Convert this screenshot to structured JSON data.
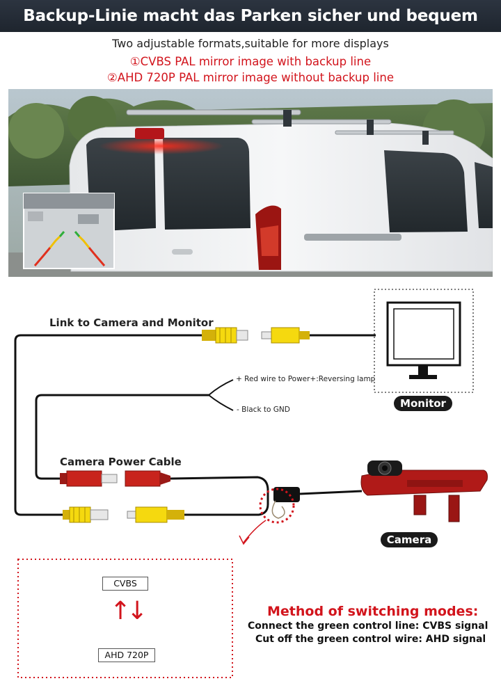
{
  "header": {
    "title": "Backup-Linie macht das Parken sicher und bequem"
  },
  "intro": {
    "line1": "Two adjustable formats,suitable for more displays",
    "line2": "①CVBS PAL mirror image with backup line",
    "line3": "②AHD 720P PAL mirror image without backup line"
  },
  "wiring": {
    "link_label": "Link to Camera and Monitor",
    "red_wire": "+ Red wire to Power+:Reversing lamp",
    "black_wire": "- Black to GND",
    "power_label": "Camera Power Cable",
    "monitor_label": "Monitor",
    "camera_label": "Camera"
  },
  "switching": {
    "mode_a": "CVBS",
    "mode_b": "AHD 720P",
    "arrows_glyph": "↑↓",
    "title": "Method of switching modes:",
    "line1": "Connect the green control line: CVBS signal",
    "line2": "Cut off the green control wire: AHD signal"
  },
  "colors": {
    "accent_red": "#d2141c",
    "banner_bg": "#222a33",
    "connector_yellow": "#f5d90f",
    "connector_red": "#c8241c"
  }
}
